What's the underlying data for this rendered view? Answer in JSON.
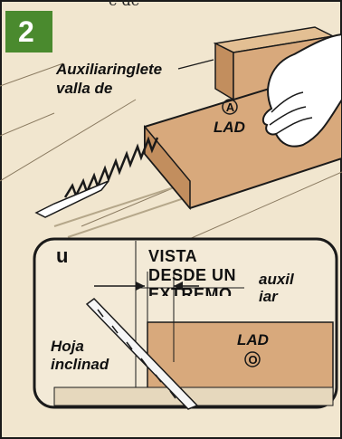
{
  "header": {
    "clipped_text": "e           de"
  },
  "step": {
    "number": "2",
    "badge_color": "#4a8a2e"
  },
  "labels": {
    "auxiliar_line1": "Auxiliaringlete",
    "auxiliar_line2": "valla de",
    "workpiece_mark": "A",
    "workpiece_label": "LAD"
  },
  "inset": {
    "corner_mark": "u",
    "title_line1": "VISTA",
    "title_line2": "DESDE UN",
    "title_line3": "EXTREMO",
    "fence_line1": "auxil",
    "fence_line2": "iar",
    "end_label": "LAD",
    "end_mark": "O",
    "blade_line1": "Hoja",
    "blade_line2": "inclinad"
  },
  "colors": {
    "wood": "#d8a97c",
    "wood_dark": "#c28e5e",
    "table": "#f1e6cf",
    "inset_bg": "#f3ead7",
    "ink": "#1a1a1a",
    "border_green": "#4a8a2e"
  }
}
